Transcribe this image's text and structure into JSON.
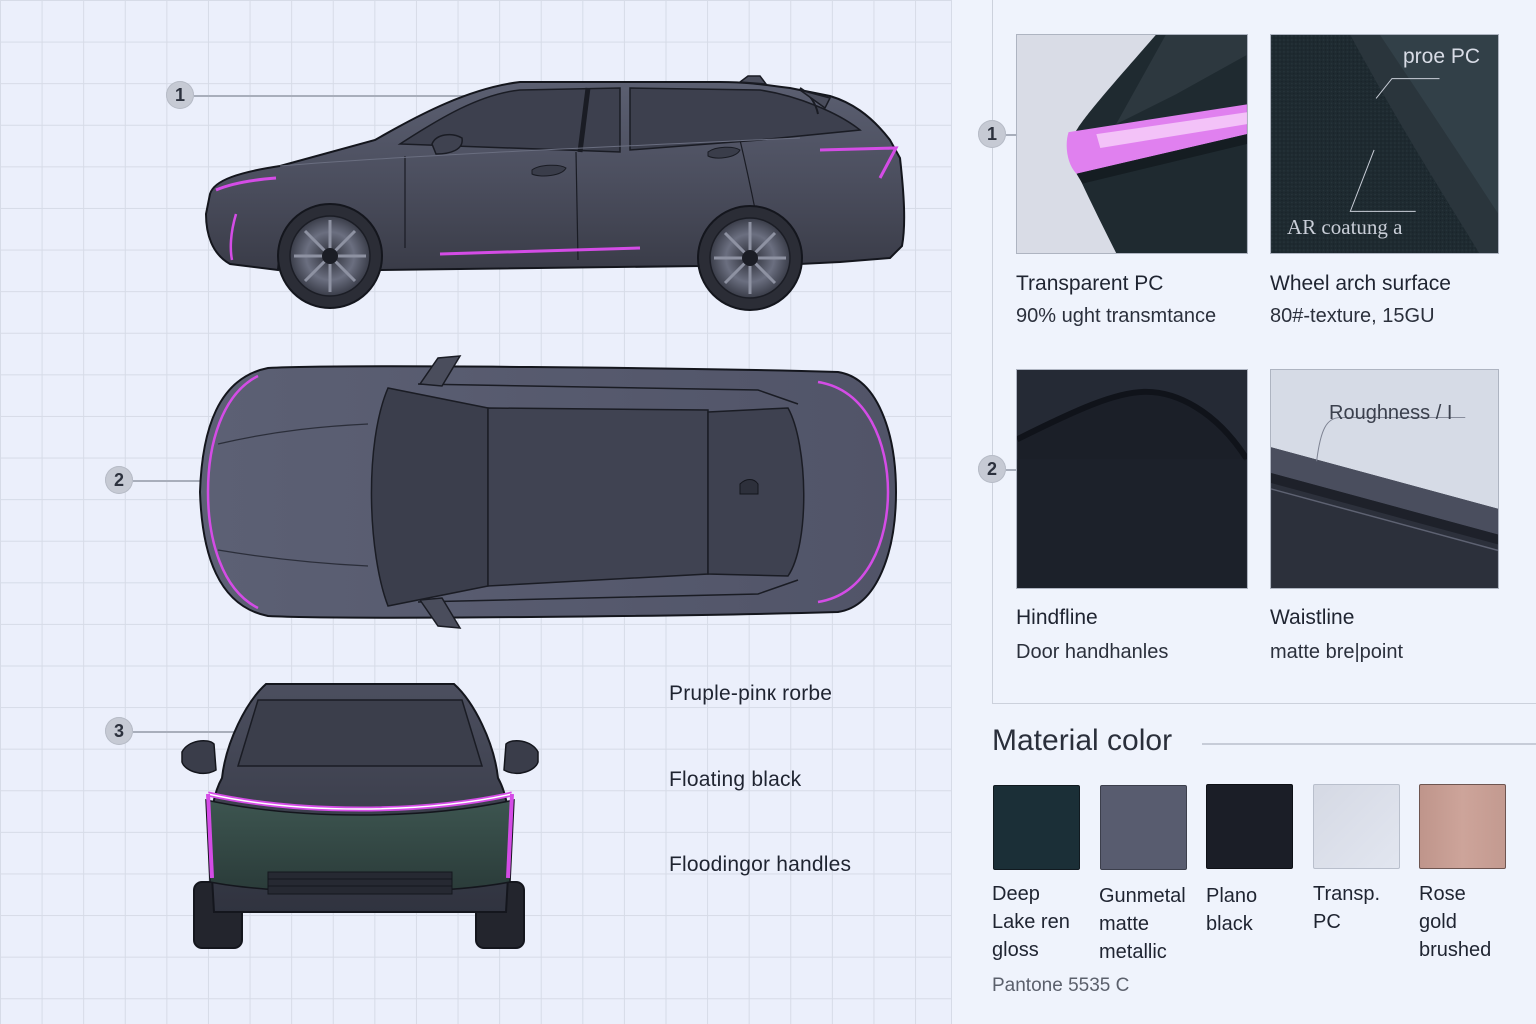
{
  "views": {
    "callouts": [
      {
        "number": "1",
        "target": "side-view"
      },
      {
        "number": "2",
        "target": "top-view"
      },
      {
        "number": "3",
        "target": "front-view"
      }
    ],
    "legend": [
      {
        "label": "Pruple-pinк rorbe"
      },
      {
        "label": "Floating black"
      },
      {
        "label": "Floodingor handles"
      }
    ]
  },
  "details": {
    "callouts": [
      {
        "number": "1"
      },
      {
        "number": "2"
      }
    ],
    "tiles": [
      {
        "title": "Transparent PC",
        "subtitle": "90% ught transmtance",
        "annotations": []
      },
      {
        "title": "Wheel arch surface",
        "subtitle": "80#-texture, 15GU",
        "annotations": [
          "proe PC",
          "AR coatung a"
        ]
      },
      {
        "title": "Hindfline",
        "subtitle": "Door handhanles",
        "annotations": []
      },
      {
        "title": "Waistline",
        "subtitle": "matte bre|point",
        "annotations": [
          "Roughness /  I"
        ]
      }
    ]
  },
  "material_color": {
    "title": "Material color",
    "swatches": [
      {
        "name_lines": [
          "Deep",
          "Lake ren",
          "gloss"
        ],
        "color": "#1b2f37"
      },
      {
        "name_lines": [
          "Gunmetal",
          "matte",
          "metallic"
        ],
        "color": "#585c6f"
      },
      {
        "name_lines": [
          "Plano",
          "black"
        ],
        "color": "#1b1e27"
      },
      {
        "name_lines": [
          "Transp.",
          "PC"
        ],
        "color": "#d9dde8"
      },
      {
        "name_lines": [
          "Rose",
          "gold",
          "brushed"
        ],
        "color": "#c59d93"
      }
    ],
    "pantone": "Pantone 5535 C"
  },
  "colors": {
    "accent_light": "#d44ce6",
    "body_gunmetal": "#4e5161",
    "glass": "#3b3e4b",
    "background": "#eef2fb",
    "grid": "#d6dbe7"
  }
}
